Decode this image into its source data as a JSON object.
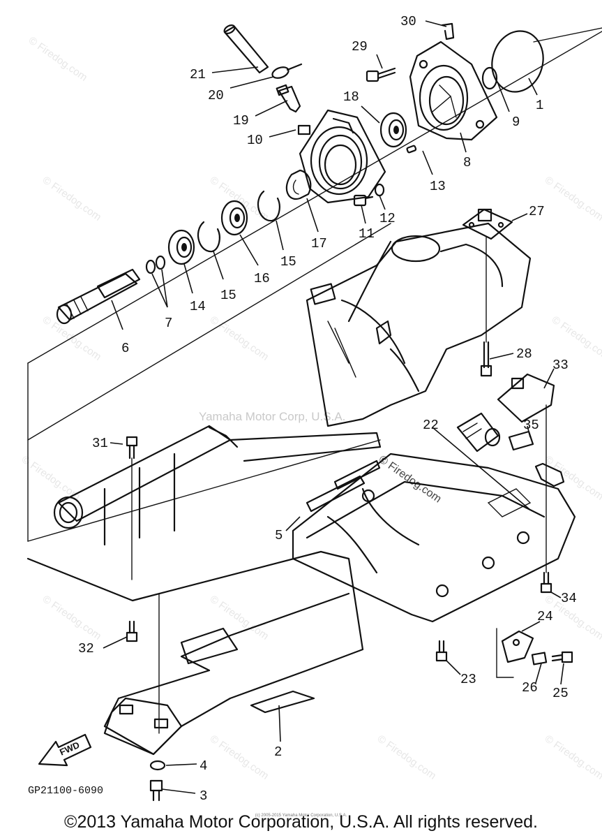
{
  "diagram": {
    "code": "GP21100-6090",
    "fwd_label": "FWD",
    "watermark_maker": "Yamaha Motor Corp, U.S.A.",
    "watermark_site": "© Firedog.com",
    "callouts": {
      "c1": "1",
      "c2": "2",
      "c3": "3",
      "c4": "4",
      "c5": "5",
      "c6": "6",
      "c7": "7",
      "c8": "8",
      "c9": "9",
      "c10": "10",
      "c11": "11",
      "c12": "12",
      "c13": "13",
      "c14": "14",
      "c15a": "15",
      "c15b": "15",
      "c16": "16",
      "c17": "17",
      "c18": "18",
      "c19": "19",
      "c20": "20",
      "c21": "21",
      "c22": "22",
      "c23": "23",
      "c24": "24",
      "c25": "25",
      "c26": "26",
      "c27": "27",
      "c28": "28",
      "c29": "29",
      "c30": "30",
      "c31": "31",
      "c32": "32",
      "c33": "33",
      "c34": "34",
      "c35": "35"
    }
  },
  "footer": {
    "copyright": "©2013 Yamaha Motor Corporation, U.S.A. All rights reserved.",
    "small_notice": "(c) 2005-2015 Yamaha Motor Corporation, U.S.A."
  }
}
